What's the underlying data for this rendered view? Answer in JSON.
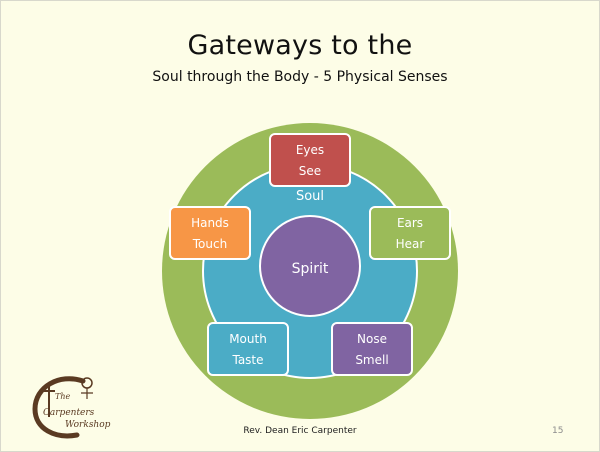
{
  "slide": {
    "title": "Gateways to the",
    "subtitle": "Soul through the Body - 5 Physical Senses",
    "footer": "Rev. Dean Eric Carpenter",
    "page_number": "15"
  },
  "diagram": {
    "body_color": "#9bbb59",
    "soul_label": "Soul",
    "soul_color": "#4bacc6",
    "spirit_label": "Spirit",
    "spirit_color": "#8064a2",
    "senses": [
      {
        "organ": "Eyes",
        "action": "See",
        "color": "#c0504d"
      },
      {
        "organ": "Ears",
        "action": "Hear",
        "color": "#9bbb59"
      },
      {
        "organ": "Nose",
        "action": "Smell",
        "color": "#8064a2"
      },
      {
        "organ": "Mouth",
        "action": "Taste",
        "color": "#4bacc6"
      },
      {
        "organ": "Hands",
        "action": "Touch",
        "color": "#f79646"
      }
    ]
  },
  "logo": {
    "line1": "The",
    "line2": "Carpenters",
    "line3": "Workshop",
    "color": "#5a3a22"
  }
}
